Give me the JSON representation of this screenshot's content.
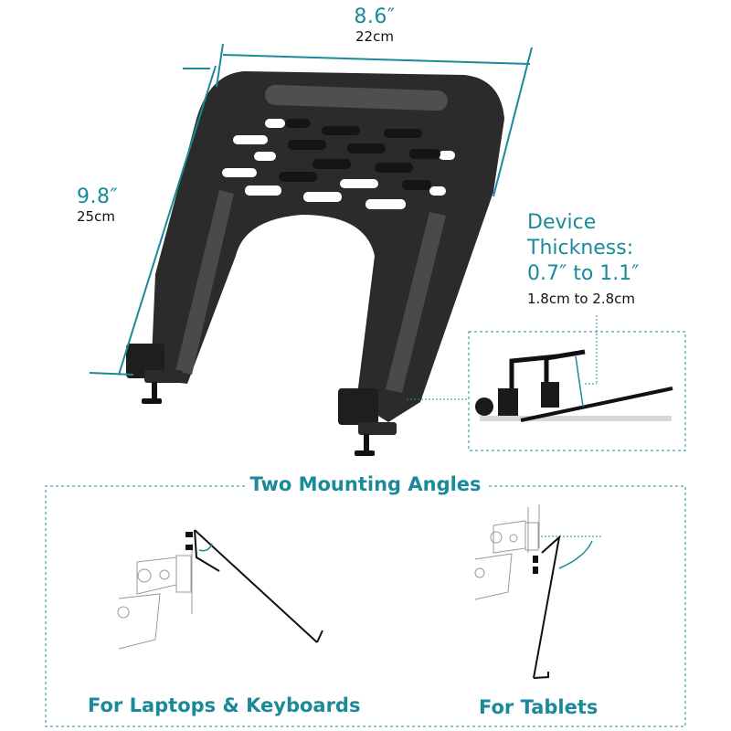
{
  "product": {
    "dimensions": {
      "width": {
        "imperial": "8.6″",
        "metric": "22cm"
      },
      "height": {
        "imperial": "9.8″",
        "metric": "25cm"
      }
    },
    "device_thickness": {
      "title_line1": "Device",
      "title_line2": "Thickness:",
      "range_imperial": "0.7″ to 1.1″",
      "range_metric": "1.8cm to 2.8cm"
    }
  },
  "mounting": {
    "title": "Two Mounting Angles",
    "options": [
      {
        "label": "For Laptops & Keyboards",
        "icon": "laptop-angle-diagram"
      },
      {
        "label": "For Tablets",
        "icon": "tablet-angle-diagram"
      }
    ]
  },
  "colors": {
    "accent": "#1a8a9a",
    "tray": "#2b2b2b",
    "tray_pad": "#4a4a4a",
    "text": "#111111"
  }
}
